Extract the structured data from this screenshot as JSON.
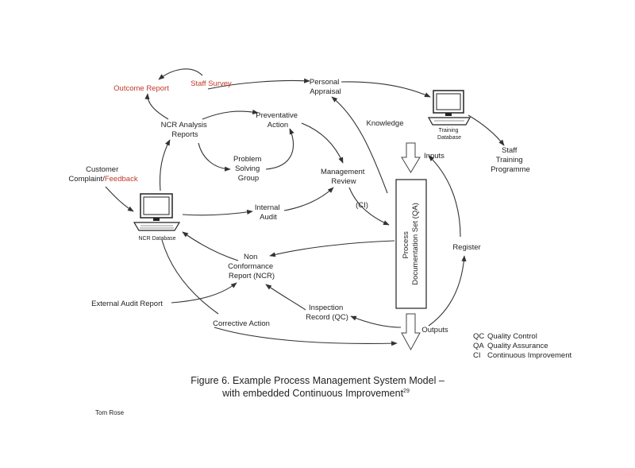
{
  "nodes": {
    "outcome_report": "Outcome Report",
    "staff_survey": "Staff Survey",
    "personal_appraisal": [
      "Personal",
      "Appraisal"
    ],
    "ncr_analysis_reports": [
      "NCR Analysis",
      "Reports"
    ],
    "preventative_action": [
      "Preventative",
      "Action"
    ],
    "knowledge": "Knowledge",
    "training_database": [
      "Training",
      "Database"
    ],
    "staff_training_programme": [
      "Staff",
      "Training",
      "Programme"
    ],
    "problem_solving_group": [
      "Problem",
      "Solving",
      "Group"
    ],
    "inputs": "Inputs",
    "management_review": [
      "Management",
      "Review"
    ],
    "customer_complaint": "Customer",
    "complaint_word": "Complaint/",
    "feedback_word": "Feedback",
    "ci_label": "(CI)",
    "internal_audit": [
      "Internal",
      "Audit"
    ],
    "ncr_database": "NCR Database",
    "process_documentation": [
      "Process",
      "Documentation Set (QA)"
    ],
    "register": "Register",
    "non_conformance_report": [
      "Non",
      "Conformance",
      "Report (NCR)"
    ],
    "external_audit_report": "External Audit Report",
    "inspection_record": [
      "Inspection",
      "Record (QC)"
    ],
    "outputs": "Outputs",
    "corrective_action": "Corrective Action"
  },
  "legend": [
    {
      "abbr": "QC",
      "meaning": "Quality Control"
    },
    {
      "abbr": "QA",
      "meaning": "Quality Assurance"
    },
    {
      "abbr": "CI",
      "meaning": "Continuous Improvement"
    }
  ],
  "caption": {
    "line1": "Figure 6. Example Process Management System Model –",
    "line2": "with embedded Continuous Improvement",
    "superscript": "29"
  },
  "author": "Tom Rose",
  "colors": {
    "line": "#333333",
    "text": "#222222",
    "highlight": "#c0392b"
  }
}
